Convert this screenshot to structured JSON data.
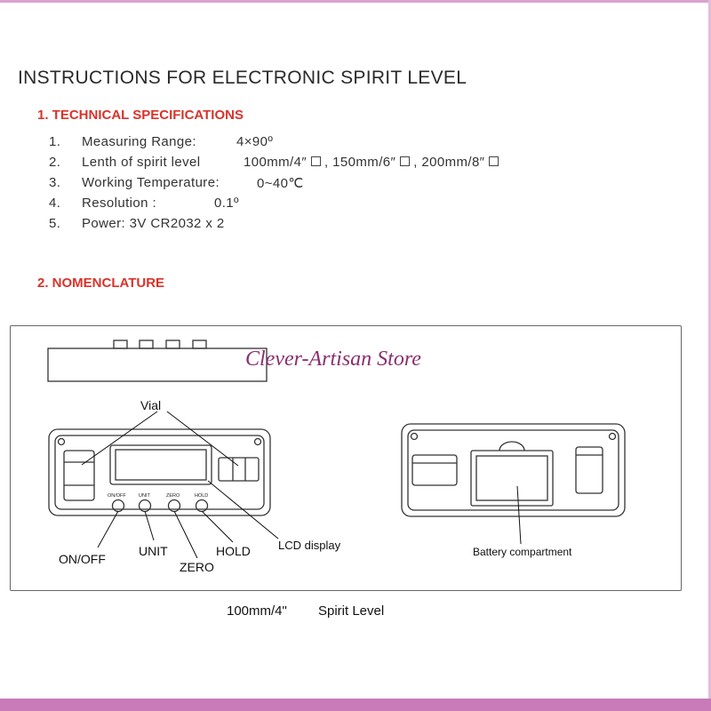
{
  "title": "INSTRUCTIONS FOR ELECTRONIC SPIRIT LEVEL",
  "section1": "1. TECHNICAL  SPECIFICATIONS",
  "specs": [
    {
      "num": "1.",
      "label": "Measuring Range:",
      "value": "4×90º"
    },
    {
      "num": "2.",
      "label": "Lenth of spirit level",
      "value_parts": [
        "100mm/4″",
        ", 150mm/6″",
        ", 200mm/8″"
      ]
    },
    {
      "num": "3.",
      "label": "Working Temperature:",
      "value": "0~40℃"
    },
    {
      "num": "4.",
      "label": "Resolution :",
      "value": "0.1º"
    },
    {
      "num": "5.",
      "label": "Power:  3V CR2032  x 2",
      "value": ""
    }
  ],
  "section2": "2. NOMENCLATURE",
  "watermark": "Clever-Artisan Store",
  "labels": {
    "vial": "Vial",
    "on_off": "ON/OFF",
    "unit": "UNIT",
    "zero": "ZERO",
    "hold": "HOLD",
    "lcd": "LCD display",
    "battery": "Battery compartment"
  },
  "button_texts": [
    "ON/OFF",
    "UNIT",
    "ZERO",
    "HOLD"
  ],
  "caption_size": "100mm/4\"",
  "caption_name": "Spirit Level",
  "colors": {
    "heading_red": "#d9332a",
    "store_text": "#8a2f6e",
    "border_pink": "#c87ab9"
  }
}
